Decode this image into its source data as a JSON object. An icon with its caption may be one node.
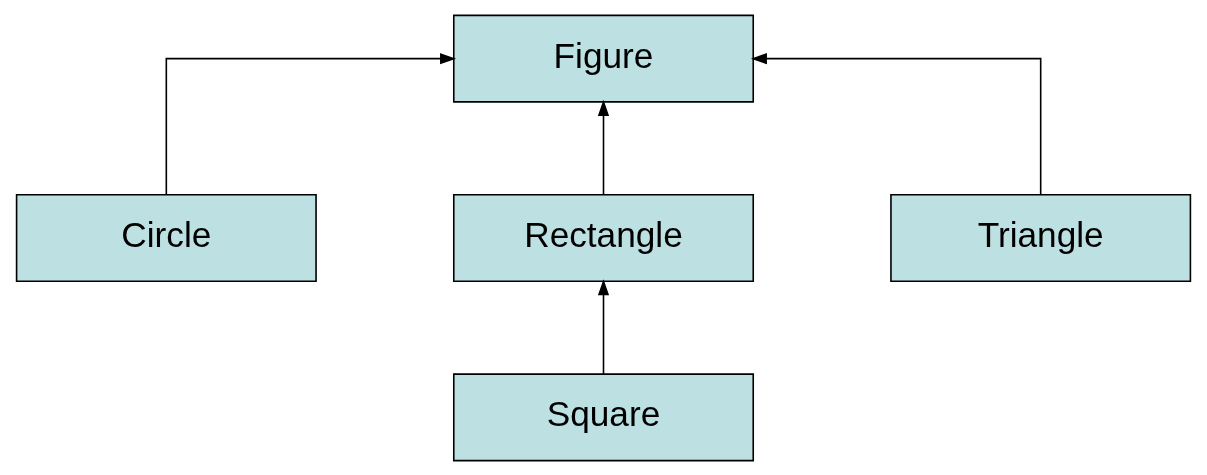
{
  "diagram": {
    "nodes": [
      {
        "text": [
          "Figure"
        ]
      },
      {
        "text": [
          "Circle"
        ]
      },
      {
        "text": [
          "Rectangle"
        ]
      },
      {
        "text": [
          "Triangle"
        ]
      },
      {
        "text": [
          "Square"
        ]
      }
    ],
    "edges": [
      {
        "from": 1,
        "to": 0,
        "arrow": "to"
      },
      {
        "from": 2,
        "to": 0,
        "arrow": "to"
      },
      {
        "from": 3,
        "to": 0,
        "arrow": "to"
      },
      {
        "from": 4,
        "to": 2,
        "arrow": "to"
      }
    ]
  }
}
